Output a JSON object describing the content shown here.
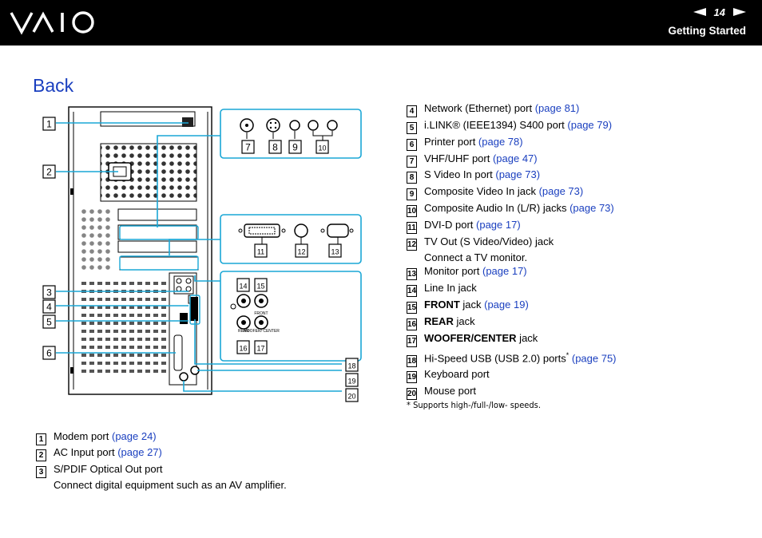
{
  "header": {
    "brand": "VAIO",
    "page_number": "14",
    "section": "Getting Started",
    "prev_icon": "left-triangle-icon",
    "next_icon": "right-triangle-icon"
  },
  "title": "Back",
  "figure": {
    "callouts": [
      "1",
      "2",
      "3",
      "4",
      "5",
      "6",
      "7",
      "8",
      "9",
      "10",
      "11",
      "12",
      "13",
      "14",
      "15",
      "16",
      "17",
      "18",
      "19",
      "20"
    ],
    "front_label": "FRONT",
    "rear_label": "REAR",
    "woofer_label": "WOOFER/ CENTER"
  },
  "left_items": [
    {
      "n": "1",
      "text": "Modem port ",
      "link": "(page 24)"
    },
    {
      "n": "2",
      "text": "AC Input port ",
      "link": "(page 27)"
    },
    {
      "n": "3",
      "text": "S/PDIF Optical Out port",
      "sub": "Connect digital equipment such as an AV amplifier."
    }
  ],
  "right_items": [
    {
      "n": "4",
      "text": "Network (Ethernet) port ",
      "link": "(page 81)"
    },
    {
      "n": "5",
      "text": "i.LINK® (IEEE1394) S400 port ",
      "link": "(page 79)"
    },
    {
      "n": "6",
      "text": "Printer port ",
      "link": "(page 78)"
    },
    {
      "n": "7",
      "text": "VHF/UHF port ",
      "link": "(page 47)"
    },
    {
      "n": "8",
      "text": "S Video In port ",
      "link": "(page 73)"
    },
    {
      "n": "9",
      "text": "Composite Video In jack ",
      "link": "(page 73)"
    },
    {
      "n": "10",
      "text": "Composite Audio In (L/R) jacks ",
      "link": "(page 73)"
    },
    {
      "n": "11",
      "text": "DVI-D port ",
      "link": "(page 17)"
    },
    {
      "n": "12",
      "text": "TV Out (S Video/Video) jack",
      "sub": "Connect a TV monitor."
    },
    {
      "n": "13",
      "text": "Monitor port ",
      "link": "(page 17)"
    },
    {
      "n": "14",
      "text": "Line In jack"
    },
    {
      "n": "15",
      "bold": "FRONT",
      "text": " jack ",
      "link": "(page 19)"
    },
    {
      "n": "16",
      "bold": "REAR",
      "text": " jack"
    },
    {
      "n": "17",
      "bold": "WOOFER/CENTER",
      "text": " jack"
    },
    {
      "n": "18",
      "text": "Hi-Speed USB (USB 2.0) ports",
      "sup": "*",
      "link": " (page 75)"
    },
    {
      "n": "19",
      "text": "Keyboard port"
    },
    {
      "n": "20",
      "text": "Mouse port"
    }
  ],
  "footnote": "*    Supports high-/full-/low- speeds."
}
